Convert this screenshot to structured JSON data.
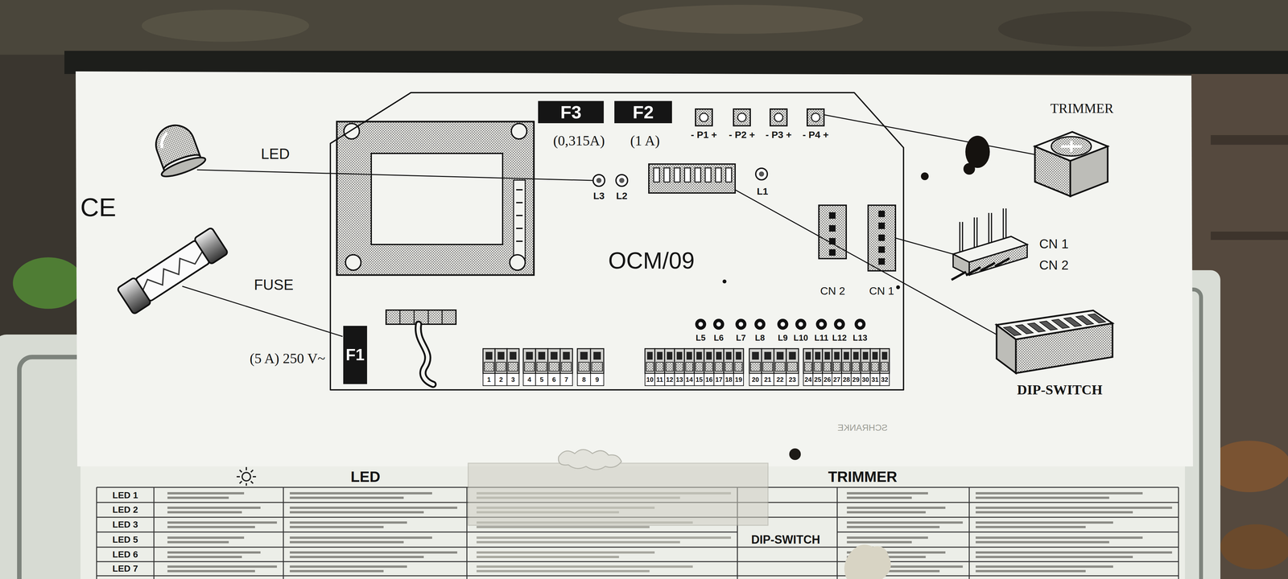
{
  "diagram": {
    "nodes": [
      {
        "text": [
          "OCM/09"
        ]
      },
      {
        "text": [
          "F3"
        ],
        "in": 0
      },
      {
        "text": [
          "F2"
        ],
        "in": 0
      },
      {
        "text": [
          "F1"
        ],
        "in": 0
      }
    ],
    "labels": [
      "CE",
      "LED",
      "FUSE",
      "(5 A) 250 V~",
      "(0,315A)",
      "(1 A)",
      "- P1 +",
      "- P2 +",
      "- P3 +",
      "- P4 +",
      "L3",
      "L2",
      "L1",
      "CN 2",
      "CN 1",
      "L5",
      "L6",
      "L7",
      "L8",
      "L9",
      "L10",
      "L11",
      "L12",
      "L13",
      "1",
      "2",
      "3",
      "4",
      "5",
      "6",
      "7",
      "8",
      "9",
      "10",
      "11",
      "12",
      "13",
      "14",
      "15",
      "16",
      "17",
      "18",
      "19",
      "20",
      "21",
      "22",
      "23",
      "24",
      "25",
      "26",
      "27",
      "28",
      "29",
      "30",
      "31",
      "32",
      "SCHRANKE",
      "TRIMMER",
      "CN 1",
      "CN 2",
      "DIP-SWITCH",
      "LED",
      "TRIMMER",
      "LED 1",
      "LED 2",
      "LED 3",
      "LED 5",
      "LED 6",
      "LED 7",
      "DIP-SWITCH"
    ]
  }
}
